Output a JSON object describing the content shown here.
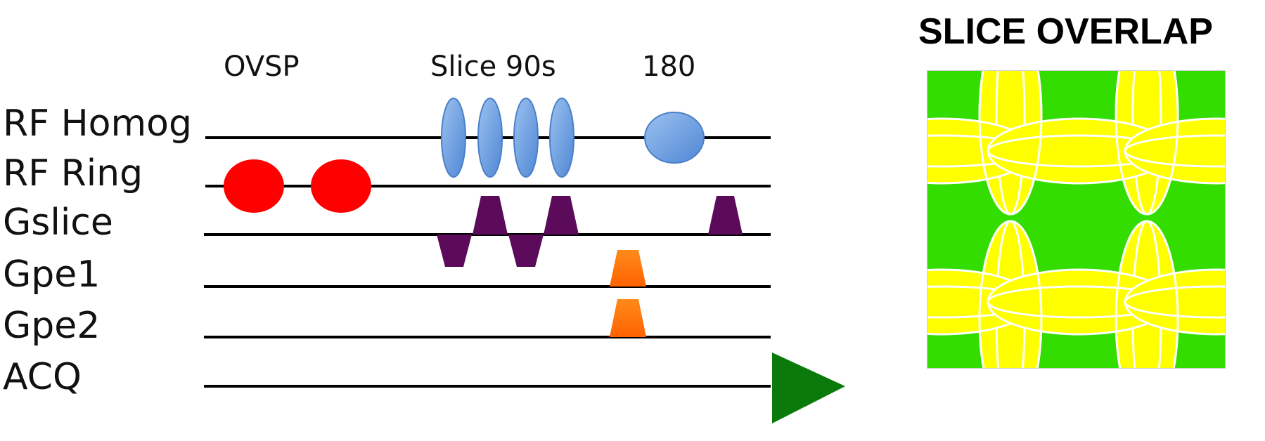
{
  "sequence": {
    "section_labels": [
      "OVSP",
      "Slice 90s",
      "180"
    ],
    "rows": [
      "RF Homog",
      "RF Ring",
      "Gslice",
      "Gpe1",
      "Gpe2",
      "ACQ"
    ]
  },
  "overlap": {
    "title": "SLICE OVERLAP"
  },
  "colors": {
    "line": "#000000",
    "rf_homog_pulse": "#6e9fe0",
    "rf_ring_pulse": "#ff0000",
    "gslice_gradient": "#5c0a5a",
    "gpe_gradient": "#ff6a00",
    "acq_arrow": "#0a7a0a",
    "overlap_background": "#33dd00",
    "overlap_fill": "#ffff00",
    "overlap_stroke": "#ffffff"
  }
}
